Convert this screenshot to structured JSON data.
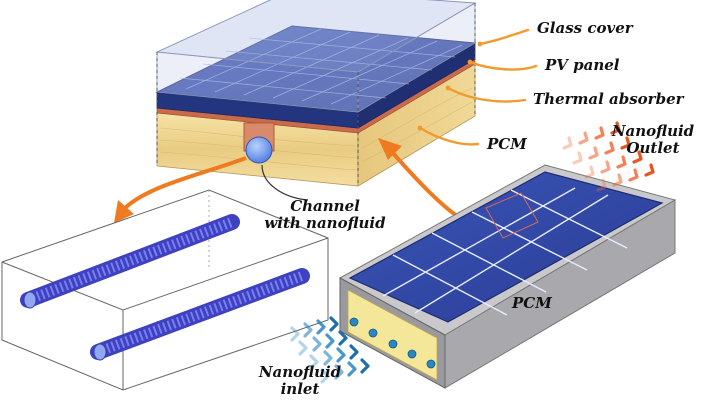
{
  "labels": {
    "glass_cover": "Glass cover",
    "pv_panel": "PV panel",
    "thermal_absorber": "Thermal absorber",
    "pcm_top": "PCM",
    "channel_line1": "Channel",
    "channel_line2": "with nanofluid",
    "nanofluid_outlet_line1": "Nanofluid",
    "nanofluid_outlet_line2": "Outlet",
    "pcm_bottom": "PCM",
    "nanofluid_inlet_line1": "Nanofluid",
    "nanofluid_inlet_line2": "inlet"
  },
  "colors": {
    "callout_orange": "#f29a2e",
    "arrow_orange": "#f07a1f",
    "pv_cell_blue": "#2b3f9a",
    "pcm_yellow": "#f2d98a",
    "pipe_blue": "#5b5ee0",
    "inlet_arrow_blue": "#2a86c4",
    "outlet_arrow_orange": "#f26b3a"
  }
}
